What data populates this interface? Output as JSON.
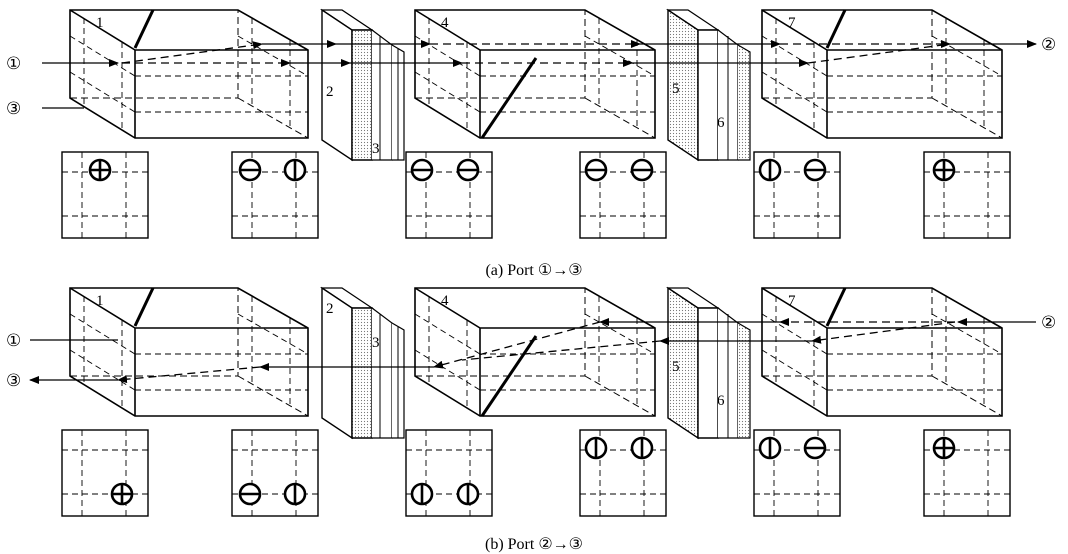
{
  "panels": [
    {
      "caption": "(a) Port ①→③",
      "ports": {
        "p1": "①",
        "p2": "②",
        "p3": "③"
      },
      "elements": {
        "e1": "1",
        "e2": "2",
        "e3": "3",
        "e4": "4",
        "e5": "5",
        "e6": "6",
        "e7": "7"
      },
      "polarization_states": [
        {
          "icon": "plus"
        },
        {
          "icon": "minus"
        },
        {
          "icon": "vertical"
        },
        {
          "icon": "minus"
        },
        {
          "icon": "minus"
        },
        {
          "icon": "minus"
        },
        {
          "icon": "minus"
        },
        {
          "icon": "vertical"
        },
        {
          "icon": "minus"
        },
        {
          "icon": "plus"
        }
      ]
    },
    {
      "caption": "(b) Port ②→③",
      "ports": {
        "p1": "①",
        "p2": "②",
        "p3": "③"
      },
      "elements": {
        "e1": "1",
        "e2": "2",
        "e3": "3",
        "e4": "4",
        "e5": "5",
        "e6": "6",
        "e7": "7"
      },
      "polarization_states": [
        {
          "icon": "plus"
        },
        {
          "icon": "minus"
        },
        {
          "icon": "vertical"
        },
        {
          "icon": "vertical"
        },
        {
          "icon": "vertical"
        },
        {
          "icon": "vertical"
        },
        {
          "icon": "vertical"
        },
        {
          "icon": "vertical"
        },
        {
          "icon": "minus"
        },
        {
          "icon": "plus"
        }
      ]
    }
  ]
}
